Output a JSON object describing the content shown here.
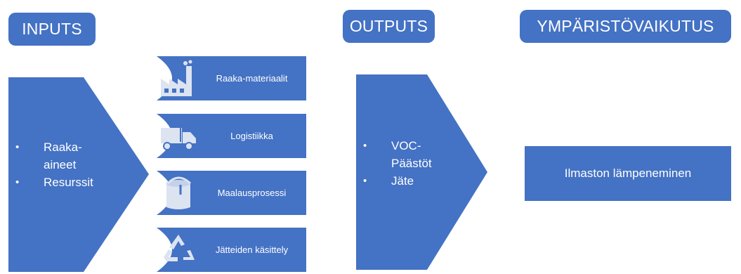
{
  "headers": {
    "inputs": "INPUTS",
    "outputs": "OUTPUTS",
    "environmental_impact": "YMPÄRISTÖVAIKUTUS"
  },
  "inputs": {
    "items": [
      "Raaka-aineet",
      "Resurssit"
    ]
  },
  "process_steps": [
    {
      "label": "Raaka-materiaalit",
      "icon": "factory-icon"
    },
    {
      "label": "Logistiikka",
      "icon": "truck-icon"
    },
    {
      "label": "Maalausprosessi",
      "icon": "paint-can-icon"
    },
    {
      "label": "Jätteiden käsittely",
      "icon": "recycle-icon"
    }
  ],
  "outputs": {
    "items": [
      "VOC-Päästöt",
      "Jäte"
    ]
  },
  "environmental_impact": {
    "label": "Ilmaston lämpeneminen"
  },
  "colors": {
    "shape_fill": "#4472C4",
    "icon_fill": "#DCE3F1",
    "text": "#FFFFFF"
  }
}
